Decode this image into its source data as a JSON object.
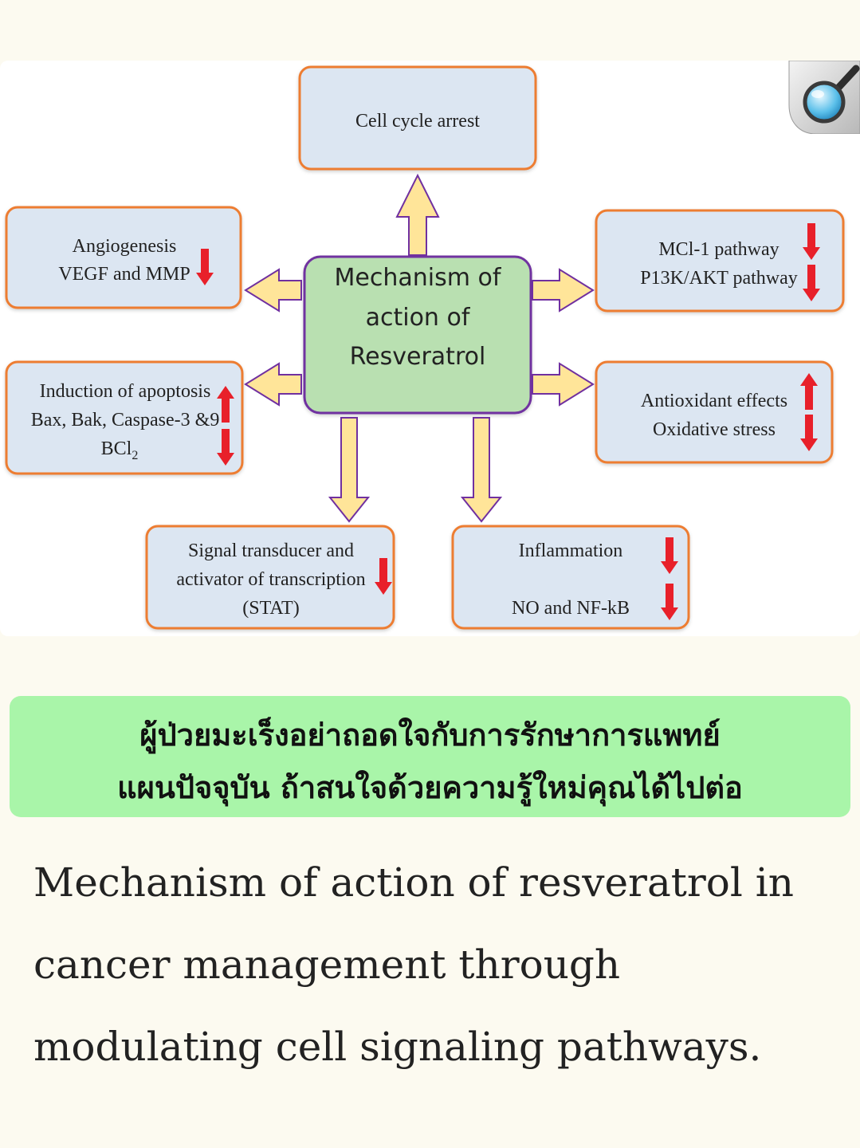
{
  "diagram": {
    "center": [
      "Mechanism of",
      "action of",
      "Resveratrol"
    ],
    "boxes": {
      "cell_cycle": [
        "Cell cycle arrest"
      ],
      "angiogenesis": [
        "Angiogenesis",
        "VEGF and MMP"
      ],
      "mcl1": [
        "MCl-1 pathway",
        "P13K/AKT pathway"
      ],
      "apoptosis": [
        "Induction of apoptosis",
        "Bax, Bak, Caspase-3 &9",
        "BCl"
      ],
      "apoptosis_subscript": "2",
      "antioxidant": [
        "Antioxidant effects",
        "Oxidative stress"
      ],
      "stat": [
        "Signal transducer and",
        "activator of transcription",
        "(STAT)"
      ],
      "inflammation": [
        "Inflammation",
        "NO and NF-kB"
      ]
    },
    "indicators": {
      "angiogenesis": "down",
      "mcl1": "down",
      "p13k_akt": "down",
      "apoptosis_inducers": "up",
      "bcl2": "down",
      "antioxidant": "up",
      "oxidative_stress": "down",
      "stat": "down",
      "inflammation": "down",
      "no_nfkb": "down"
    },
    "colors": {
      "box_fill": "#dce6f2",
      "box_border": "#ed7d31",
      "center_fill": "#b9e0b1",
      "center_border": "#7030a0",
      "arrow_fill": "#ffe599",
      "arrow_border": "#7030a0",
      "indicator": "#e8202a"
    }
  },
  "zoom": {
    "icon": "magnifier-icon"
  },
  "banner": {
    "line1": "ผู้ป่วยมะเร็งอย่าถอดใจกับการรักษาการแพทย์",
    "line2": "แผนปัจจุบัน ถ้าสนใจด้วยความรู้ใหม่คุณได้ไปต่อ",
    "color": "#a9f5a9"
  },
  "caption": {
    "line1": "Mechanism of action of resveratrol in",
    "line2": "cancer management through",
    "line3": "modulating cell signaling pathways."
  }
}
